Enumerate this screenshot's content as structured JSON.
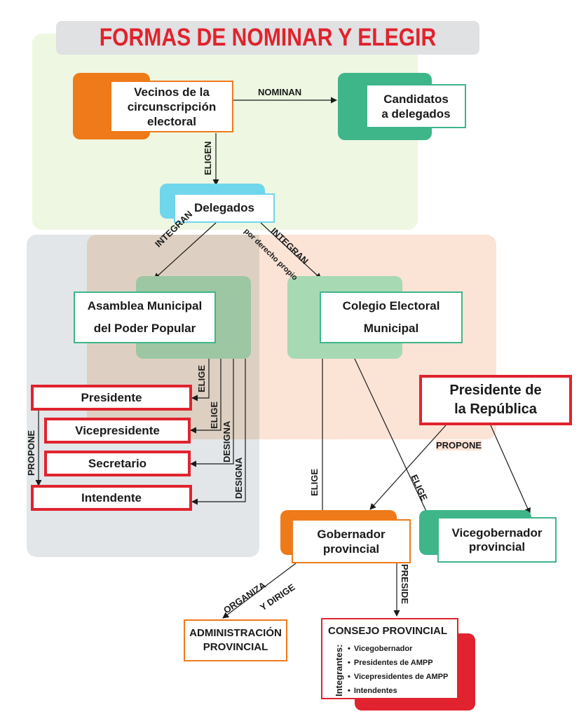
{
  "title": "FORMAS DE NOMINAR Y ELEGIR",
  "colors": {
    "title_red": "#e0232e",
    "orange": "#ef7a1a",
    "green": "#3fb58a",
    "cyan": "#6fd6ec",
    "red_border": "#e0232e",
    "region_green": "#eef7e2",
    "region_orange": "#fbe3d6",
    "region_gray": "#e2e6e8"
  },
  "nodes": {
    "vecinos": "Vecinos de la circunscripción electoral",
    "candidatos": "Candidatos a delegados",
    "delegados": "Delegados",
    "asamblea": "Asamblea Municipal del Poder Popular",
    "colegio": "Colegio Electoral Municipal",
    "presidente": "Presidente",
    "vicepresidente": "Vicepresidente",
    "secretario": "Secretario",
    "intendente": "Intendente",
    "presidente_republica": "Presidente de la República",
    "gobernador": "Gobernador provincial",
    "vicegobernador": "Vicegobernador provincial",
    "administracion": "ADMINISTRACIÓN PROVINCIAL",
    "consejo": {
      "title": "CONSEJO PROVINCIAL",
      "integrantes_label": "Integrantes:",
      "members": [
        "Vicegobernador",
        "Presidentes de AMPP",
        "Vicepresidentes de AMPP",
        "Intendentes"
      ]
    }
  },
  "edges": {
    "nominan": "NOMINAN",
    "eligen": "ELIGEN",
    "integran_left": "INTEGRAN",
    "integran_right": "INTEGRAN",
    "por_derecho_propio": "por derecho propio",
    "elige_presidente": "ELIGE",
    "elige_vice": "ELIGE",
    "designa_secretario": "DESIGNA",
    "designa_intendente": "DESIGNA",
    "propone_left": "PROPONE",
    "propone_right": "PROPONE",
    "elige_gobernador": "ELIGE",
    "elige_vicegobernador": "ELIGE",
    "organiza": "ORGANIZA",
    "y_dirige": "Y DIRIGE",
    "preside": "PRESIDE"
  }
}
